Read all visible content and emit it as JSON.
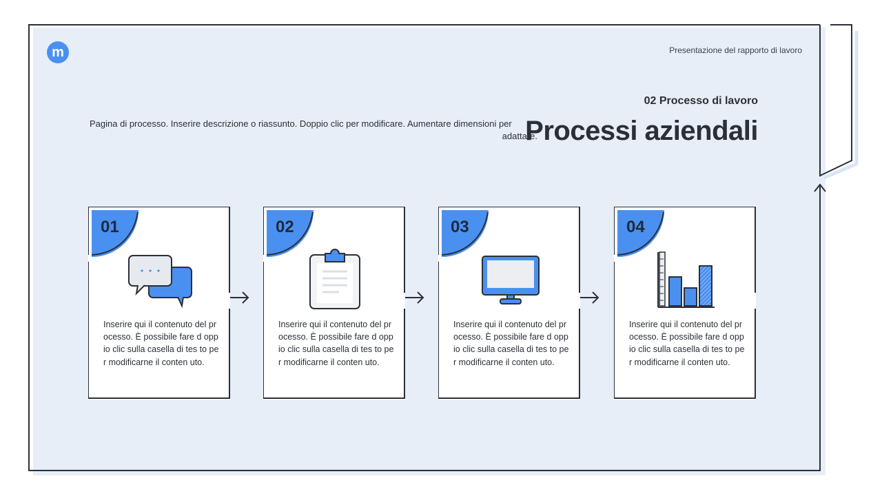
{
  "header": {
    "logo_letter": "m",
    "top_label": "Presentazione del rapporto di lavoro",
    "section_tag": "02 Processo di lavoro",
    "title": "Processi aziendali",
    "description_line1": "Pagina di processo. Inserire descrizione o riassunto. Doppio clic per modificare. Aumentare dimensioni per",
    "description_line2": "adattare."
  },
  "steps": [
    {
      "number": "01",
      "icon": "chat-bubbles-icon",
      "text": "Inserire qui il contenuto del processo. È possibile fare d oppio clic sulla casella di tes to per modificarne il conten uto."
    },
    {
      "number": "02",
      "icon": "clipboard-icon",
      "text": "Inserire qui il contenuto del processo. È possibile fare d oppio clic sulla casella di tes to per modificarne il conten uto."
    },
    {
      "number": "03",
      "icon": "monitor-icon",
      "text": "Inserire qui il contenuto del processo. È possibile fare d oppio clic sulla casella di tes to per modificarne il conten uto."
    },
    {
      "number": "04",
      "icon": "bar-chart-icon",
      "text": "Inserire qui il contenuto del processo. È possibile fare d oppio clic sulla casella di tes to per modificarne il conten uto."
    }
  ],
  "colors": {
    "accent": "#4a90f0",
    "panel": "#e7eef8",
    "line": "#2b2f36"
  }
}
